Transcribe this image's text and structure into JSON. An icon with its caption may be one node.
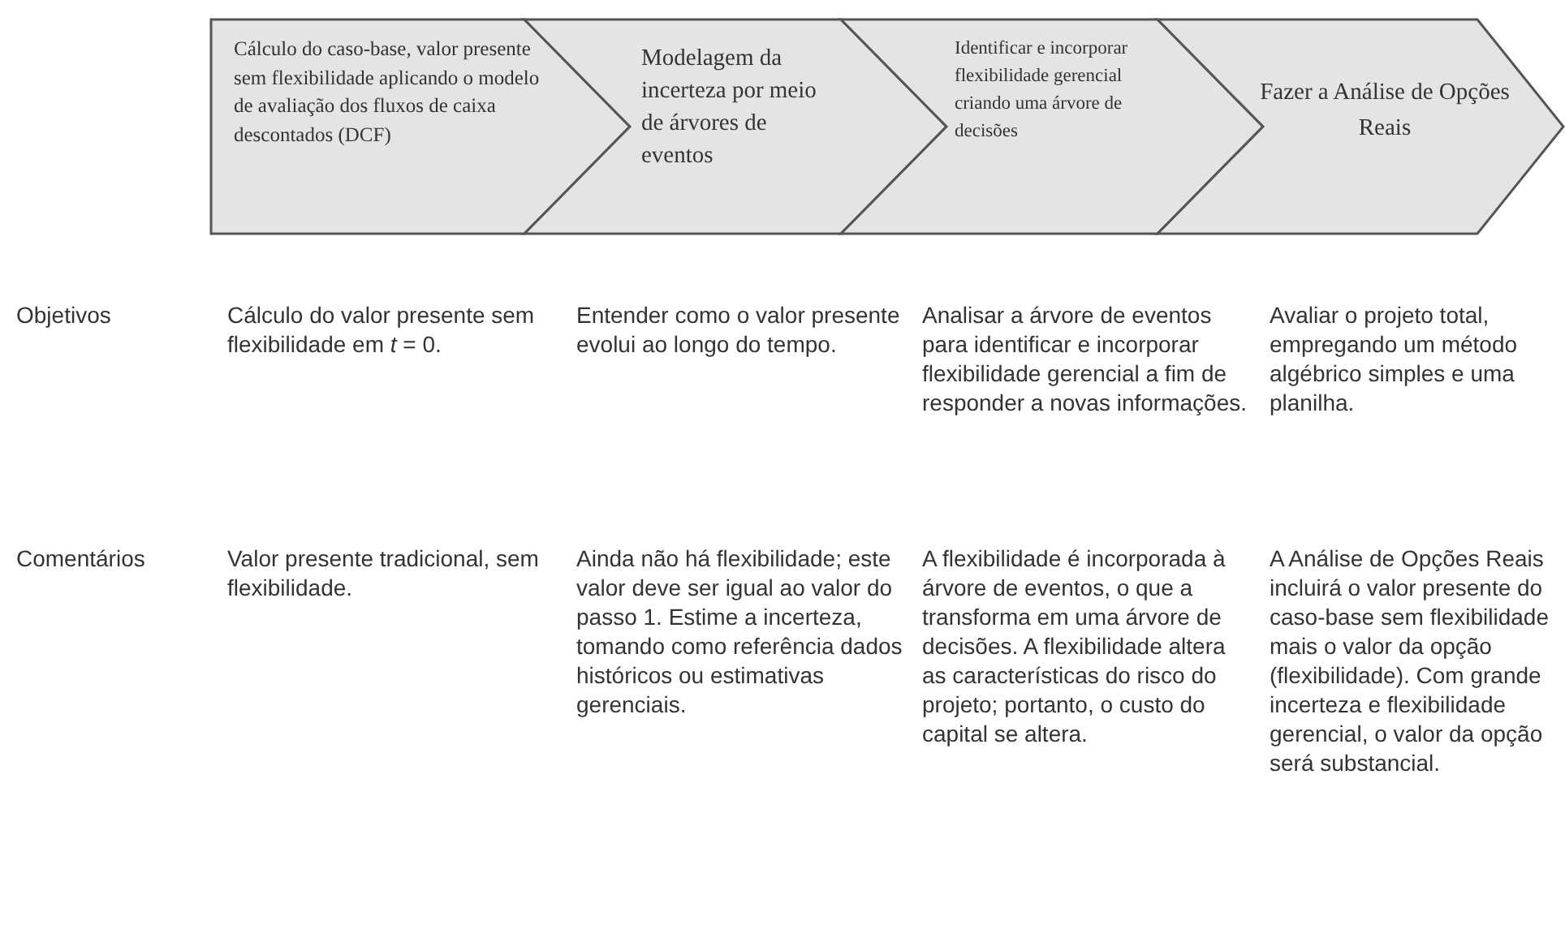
{
  "diagram": {
    "nodes": [
      {
        "text": [
          "Cálculo do caso-base, valor presente sem flexibilidade aplicando o modelo de avaliação dos fluxos de caixa descontados (DCF)"
        ]
      },
      {
        "text": [
          "Modelagem da incerteza por meio de árvores de eventos"
        ]
      },
      {
        "text": [
          "Identificar e incorporar flexibilidade gerencial criando uma árvore de decisões"
        ]
      },
      {
        "text": [
          "Fazer a Análise de Opções Reais"
        ]
      }
    ],
    "labels": [
      "Objetivos",
      "Cálculo do valor presente sem flexibilidade em *t* = 0.",
      "Entender como o valor presente evolui ao longo do tempo.",
      "Analisar a árvore de eventos para identificar e incorporar flexibilidade gerencial a fim de responder a novas informações.",
      "Avaliar o projeto total, empregando um método algébrico simples e uma planilha.",
      "Comentários",
      "Valor presente tradicional, sem flexibilidade.",
      "Ainda não há flexibilidade; este valor deve ser igual ao valor do passo 1. Estime a incerteza, tomando como referência dados históricos ou estimativas gerenciais.",
      "A flexibilidade é incorporada à árvore de eventos, o que a transforma em uma árvore de decisões. A flexibilidade altera as características do risco do projeto; portanto, o custo do capital se altera.",
      "A Análise de Opções Reais incluirá o valor presente do caso-base sem flexibilidade mais o valor da opção (flexibilidade). Com grande incerteza e flexibilidade gerencial, o valor da opção será substancial."
    ]
  }
}
